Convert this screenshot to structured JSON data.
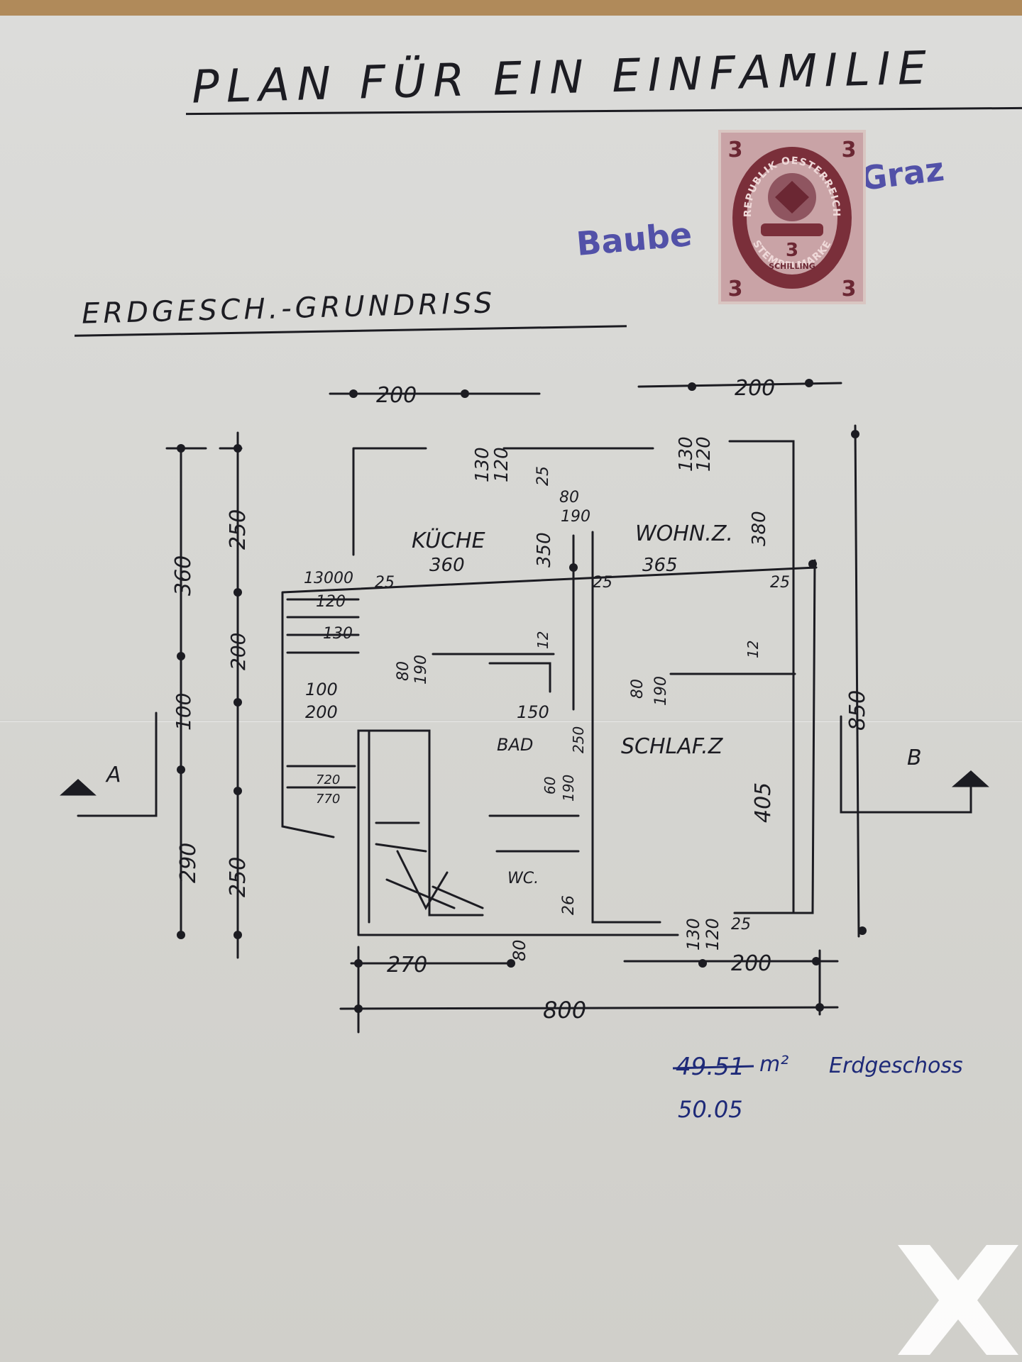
{
  "document": {
    "title": "PLAN FÜR EIN EINFAMILIE",
    "subtitle": "ERDGESCH.-GRUNDRISS"
  },
  "stamps": {
    "office_stamp_left": "Baube",
    "office_stamp_right": "Graz"
  },
  "revenue_stamp": {
    "arc_top": "REPUBLIK OESTERREICH",
    "arc_bottom": "STEMPELMARKE",
    "value": "3",
    "unit": "SCHILLING",
    "corner_value": "3",
    "colors": {
      "ink": "#7a2f3a",
      "paper": "#c9a3a6"
    }
  },
  "rooms": {
    "kitchen": "KÜCHE",
    "living": "WOHN.Z.",
    "bedroom": "SCHLAF.Z",
    "bath": "BAD",
    "wc": "WC."
  },
  "dimensions": {
    "top_left_width": "200",
    "top_right_width": "200",
    "kitchen_wall_a": "130",
    "kitchen_wall_b": "120",
    "living_wall_a": "130",
    "living_wall_b": "120",
    "partition_thickness": "25",
    "door_width": "80",
    "door_height": "190",
    "kitchen_width": "360",
    "kitchen_depth": "350",
    "living_depth": "380",
    "living_width": "365",
    "wall_25_a": "25",
    "wall_25_b": "25",
    "wall_25_c": "25",
    "left_total_upper": "360",
    "left_upper": "250",
    "left_mid": "200",
    "left_small": "100",
    "left_total_lower": "290",
    "left_lower": "250",
    "stair_1": "120",
    "stair_2": "130",
    "stair_3": "100",
    "stair_4": "200",
    "stair_5": "720",
    "stair_6": "770",
    "door_w_kitchen": "80",
    "door_h_kitchen": "190",
    "door_w_living": "80",
    "door_h_living": "190",
    "wall_12_a": "12",
    "wall_12_b": "12",
    "bath_width": "150",
    "bath_depth": "250",
    "bath_door_w": "60",
    "bath_door_h": "190",
    "bedroom_depth": "405",
    "right_total": "850",
    "wc_wall": "26",
    "bottom_wall_a": "130",
    "bottom_wall_b": "120",
    "bottom_25": "25",
    "bottom_door": "80",
    "bottom_left": "270",
    "bottom_right": "200",
    "overall_width": "800",
    "corner_number": "13000"
  },
  "sections": {
    "left": "A",
    "right": "B"
  },
  "note": {
    "struck_value": "49.51",
    "unit": "m²",
    "label": "Erdgeschoss",
    "value": "50.05"
  },
  "watermark": {
    "name": "agency-logo-icon",
    "color": "#ffffff"
  }
}
